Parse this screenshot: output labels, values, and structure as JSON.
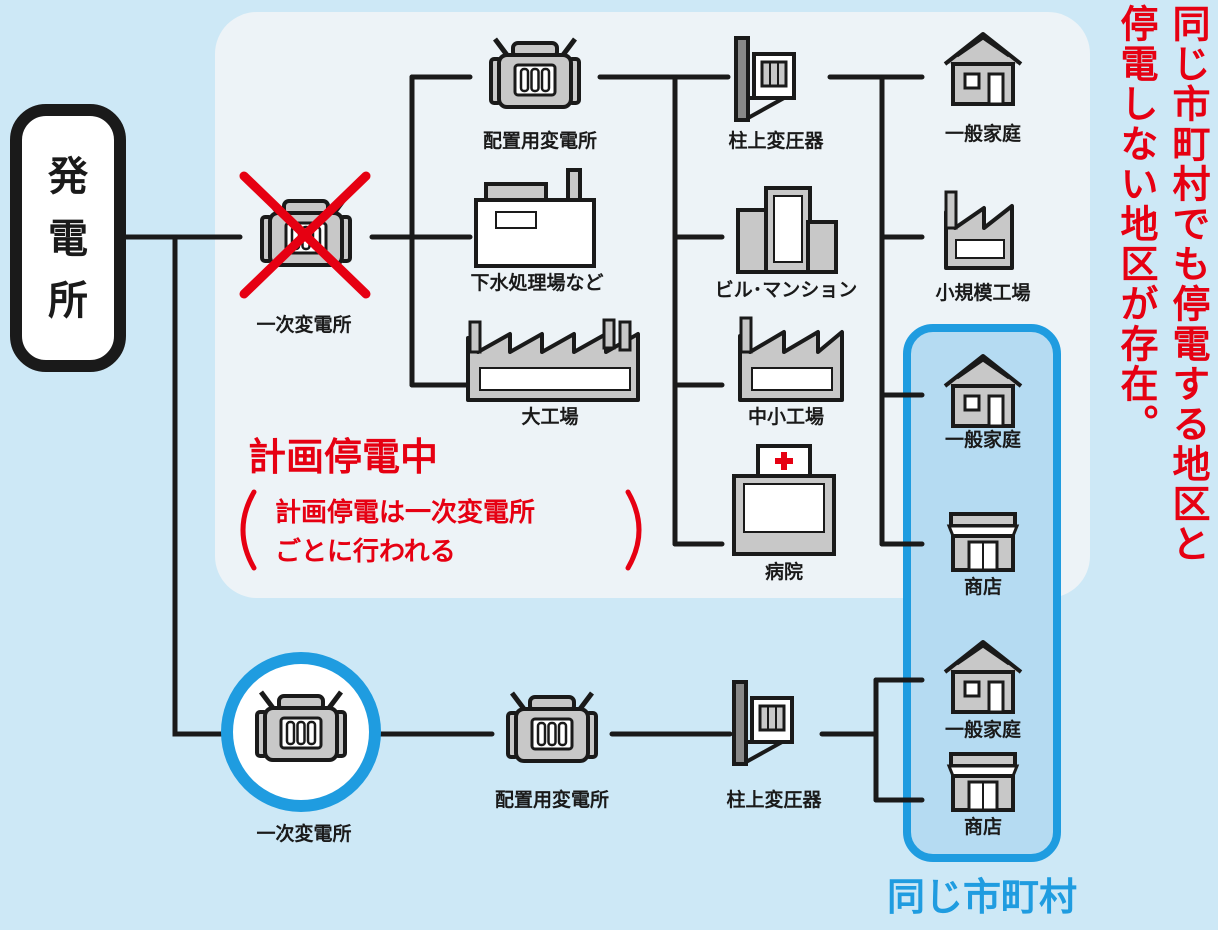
{
  "power_plant": "発電所",
  "primary_substation": "一次変電所",
  "distribution_substation": "配置用変電所",
  "pole_transformer": "柱上変圧器",
  "sewage_plant": "下水処理場など",
  "large_factory": "大工場",
  "building_mansion": "ビル･マンション",
  "mid_small_factory": "中小工場",
  "hospital": "病院",
  "household": "一般家庭",
  "small_factory": "小規模工場",
  "shop": "商店",
  "outage_title": "計画停電中",
  "outage_note_line1": "計画停電は一次変電所",
  "outage_note_line2": "ごとに行われる",
  "same_town_label": "同じ市町村",
  "side_note_line1": "同じ市町村でも停電する地区と",
  "side_note_line2": "停電しない地区が存在。",
  "colors": {
    "background": "#cde8f6",
    "panel": "#edf3f7",
    "highlight_blue": "#1f9ce0",
    "accent_red": "#e60012",
    "line": "#1a1a1a",
    "icon_fill": "#c8c8c8"
  }
}
